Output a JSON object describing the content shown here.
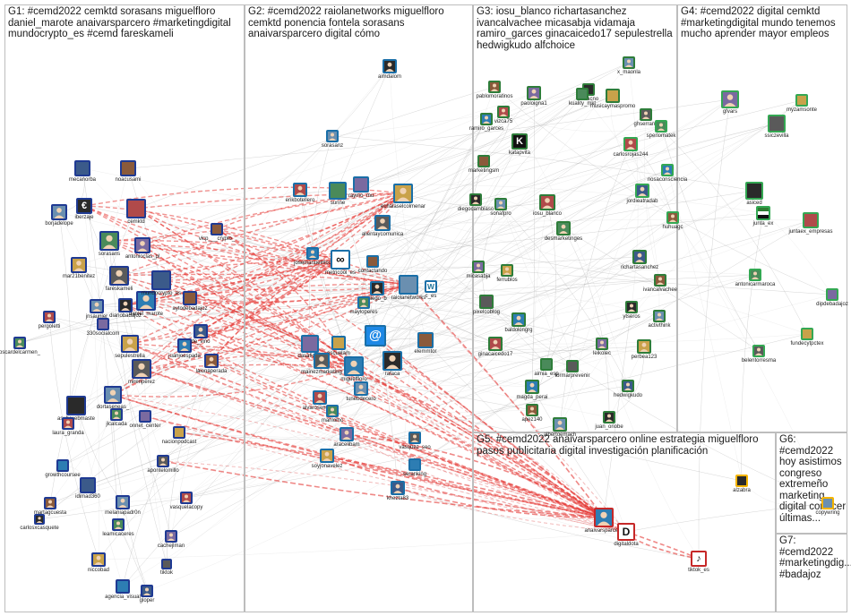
{
  "graph": {
    "group_colors": {
      "G1": "#1f3a93",
      "G2": "#1a6fa8",
      "G3": "#2e7d3a",
      "G4": "#34a853",
      "G5": "#c62828",
      "G6": "#f4b400",
      "G7": "#7a7a7a"
    },
    "groups": [
      {
        "id": "G1",
        "title": "G1: #cemd2022 cemktd sorasans miguelfloro daniel_marote anaivarsparcero #marketingdigital mundocrypto_es #cemd fareskameli"
      },
      {
        "id": "G2",
        "title": "G2: #cemd2022 raiolanetworks miguelfloro cemktd ponencia fontela sorasans anaivarsparcero digital cómo"
      },
      {
        "id": "G3",
        "title": "G3: iosu_blanco richartasanchez ivancalvachee micasabja vidamaja ramiro_garces ginacaicedo17 sepulestrella hedwigkudo alfchoice"
      },
      {
        "id": "G4",
        "title": "G4: #cemd2022 digital cemktd #marketingdigital mundo tenemos mucho aprender mayor empleos"
      },
      {
        "id": "G5",
        "title": "G5: #cemd2022 anaivarsparcero online estrategia miguelfloro pasos publicitaria digital investigación planificación"
      },
      {
        "id": "G6",
        "title": "G6: #cemd2022 hoy asistimos congreso extremeño marketing digital conocer últimas..."
      },
      {
        "id": "G7",
        "title": "G7: #cemd2022 #marketingdig... #badajoz"
      }
    ],
    "nodes": [
      {
        "id": "mecanorba",
        "label": "mecanorba",
        "group": "G1",
        "icon": "square"
      },
      {
        "id": "noacusami",
        "label": "noacusami",
        "group": "G1",
        "icon": "square"
      },
      {
        "id": "iberzaje",
        "label": "iberzaje",
        "group": "G1",
        "icon": "euro-icon"
      },
      {
        "id": "borjadelope",
        "label": "borjadelope",
        "group": "G1",
        "icon": "person"
      },
      {
        "id": "cemktd",
        "label": "cemktd",
        "group": "G1",
        "icon": "logo"
      },
      {
        "id": "sorasans",
        "label": "sorasans",
        "group": "G1",
        "icon": "person"
      },
      {
        "id": "antonioclas_pl",
        "label": "antonioclas_pl",
        "group": "G1",
        "icon": "person"
      },
      {
        "id": "mar21benitez",
        "label": "mar21benitez",
        "group": "G1",
        "icon": "person"
      },
      {
        "id": "fareskameli",
        "label": "fareskameli",
        "group": "G1",
        "icon": "person"
      },
      {
        "id": "daniel_marote",
        "label": "daniel_marote",
        "group": "G1",
        "icon": "person"
      },
      {
        "id": "mundocrypto_es",
        "label": "mundocrypto_es",
        "group": "G1",
        "icon": "logo"
      },
      {
        "id": "aytodebadajoz",
        "label": "aytodebadajoz",
        "group": "G1",
        "icon": "logo"
      },
      {
        "id": "diariobadajoz",
        "label": "diariobadajoz",
        "group": "G1",
        "icon": "person"
      },
      {
        "id": "jnsaunier",
        "label": "jnsaunier",
        "group": "G1",
        "icon": "person"
      },
      {
        "id": "pergoletti",
        "label": "pergoletti",
        "group": "G1",
        "icon": "person"
      },
      {
        "id": "oscardelcarmen_",
        "label": "oscardelcarmen_",
        "group": "G1",
        "icon": "person"
      },
      {
        "id": "330socialcom",
        "label": "330socialcom",
        "group": "G1",
        "icon": "logo"
      },
      {
        "id": "sepulestrella",
        "label": "sepulestrella",
        "group": "G1",
        "icon": "person"
      },
      {
        "id": "mirenperez",
        "label": "mirenperez",
        "group": "G1",
        "icon": "person"
      },
      {
        "id": "juanjoespada",
        "label": "juanjoespada",
        "group": "G1",
        "icon": "person"
      },
      {
        "id": "de_vino",
        "label": "de_vino",
        "group": "G1",
        "icon": "person"
      },
      {
        "id": "laionaperada",
        "label": "laionaperada",
        "group": "G1",
        "icon": "person"
      },
      {
        "id": "asuhcvebmaste",
        "label": "asuhcvebmaste",
        "group": "G1",
        "icon": "logo"
      },
      {
        "id": "dortaseneas_",
        "label": "dortaseneas_",
        "group": "G1",
        "icon": "person"
      },
      {
        "id": "laura_granda",
        "label": "laura_granda",
        "group": "G1",
        "icon": "person"
      },
      {
        "id": "jlcalcada",
        "label": "jlcalcada",
        "group": "G1",
        "icon": "person"
      },
      {
        "id": "onnet_center",
        "label": "onnet_center",
        "group": "G1",
        "icon": "logo"
      },
      {
        "id": "nacionpodcast",
        "label": "nacionpodcast",
        "group": "G1",
        "icon": "logo"
      },
      {
        "id": "apontelomillo",
        "label": "apontelomillo",
        "group": "G1",
        "icon": "person"
      },
      {
        "id": "growthcoursee",
        "label": "growthcoursee",
        "group": "G1",
        "icon": "logo"
      },
      {
        "id": "idimad360",
        "label": "idimad360",
        "group": "G1",
        "icon": "logo"
      },
      {
        "id": "martagcuesta",
        "label": "martagcuesta",
        "group": "G1",
        "icon": "person"
      },
      {
        "id": "carlosxcasquete",
        "label": "carlosxcasquete",
        "group": "G1",
        "icon": "person"
      },
      {
        "id": "melaniapadron",
        "label": "melaniapadr0n",
        "group": "G1",
        "icon": "person"
      },
      {
        "id": "vasquelacopy",
        "label": "vasquelacopy",
        "group": "G1",
        "icon": "person"
      },
      {
        "id": "leamicaceres",
        "label": "leamicaceres",
        "group": "G1",
        "icon": "person"
      },
      {
        "id": "cachejlman",
        "label": "cachejlman",
        "group": "G1",
        "icon": "person"
      },
      {
        "id": "niccobad",
        "label": "niccobad",
        "group": "G1",
        "icon": "person"
      },
      {
        "id": "tiktok_g1",
        "label": "tiktok",
        "group": "G1",
        "icon": "logo"
      },
      {
        "id": "agencia_visual",
        "label": "agencia_visual",
        "group": "G1",
        "icon": "logo"
      },
      {
        "id": "gloper",
        "label": "gloper",
        "group": "G1",
        "icon": "person"
      },
      {
        "id": "vlcp_crypto",
        "label": "vlcp___crypto_",
        "group": "G1",
        "icon": "logo"
      },
      {
        "id": "aimdalom",
        "label": "aimdalom",
        "group": "G2",
        "icon": "person"
      },
      {
        "id": "sorasanz",
        "label": "sorasanz",
        "group": "G2",
        "icon": "person"
      },
      {
        "id": "erikbotellero",
        "label": "erikbotellero",
        "group": "G2",
        "icon": "person"
      },
      {
        "id": "sunne",
        "label": "sunne",
        "group": "G2",
        "icon": "logo"
      },
      {
        "id": "raymo_mu",
        "label": "raymo_mu",
        "group": "G2",
        "icon": "logo"
      },
      {
        "id": "echalaselcolmenar",
        "label": "echalaselcolmenar",
        "group": "G2",
        "icon": "person"
      },
      {
        "id": "alientaycomunica",
        "label": "alientaycomunica",
        "group": "G2",
        "icon": "person"
      },
      {
        "id": "josemanuelnico",
        "label": "josemanuelnico",
        "group": "G2",
        "icon": "person"
      },
      {
        "id": "metricool_es",
        "label": "metricool_es",
        "group": "G2",
        "icon": "infinity-icon"
      },
      {
        "id": "contactando",
        "label": "contactando",
        "group": "G2",
        "icon": "logo"
      },
      {
        "id": "diego_b",
        "label": "diego_b",
        "group": "G2",
        "icon": "person"
      },
      {
        "id": "raiolanetworks",
        "label": "raiolanetworks",
        "group": "G2",
        "icon": "logo"
      },
      {
        "id": "wordpress",
        "label": "c_es",
        "group": "G2",
        "icon": "wordpress-icon"
      },
      {
        "id": "mayloperes",
        "label": "mayloperes",
        "group": "G2",
        "icon": "person"
      },
      {
        "id": "dasafiolita",
        "label": "dasafiolita",
        "group": "G2",
        "icon": "logo"
      },
      {
        "id": "escuelam",
        "label": "escuelam",
        "group": "G2",
        "icon": "logo"
      },
      {
        "id": "mainezmarketing",
        "label": "mainezmarketing",
        "group": "G2",
        "icon": "person"
      },
      {
        "id": "miguelfloro",
        "label": "miguelfloro",
        "group": "G2",
        "icon": "person"
      },
      {
        "id": "arroba",
        "label": "",
        "group": "G2",
        "icon": "at-icon"
      },
      {
        "id": "elemmtor",
        "label": "elemmtor",
        "group": "G2",
        "icon": "logo"
      },
      {
        "id": "rafaca",
        "label": "rafaca",
        "group": "G2",
        "icon": "person"
      },
      {
        "id": "tunebdecero",
        "label": "tunebdecero",
        "group": "G2",
        "icon": "person"
      },
      {
        "id": "alvarosemeyal",
        "label": "alvarosemeyal",
        "group": "G2",
        "icon": "person"
      },
      {
        "id": "marilomc",
        "label": "marilomc",
        "group": "G2",
        "icon": "person"
      },
      {
        "id": "aracelibam",
        "label": "aracelibam",
        "group": "G2",
        "icon": "person"
      },
      {
        "id": "soyjonavelez",
        "label": "soyjonavelez",
        "group": "G2",
        "icon": "person"
      },
      {
        "id": "vasquez_seo",
        "label": "vasquez_seo",
        "group": "G2",
        "icon": "person"
      },
      {
        "id": "seranking",
        "label": "seranking",
        "group": "G2",
        "icon": "logo"
      },
      {
        "id": "khezta83",
        "label": "khezta83",
        "group": "G2",
        "icon": "person"
      },
      {
        "id": "pablomoratinos",
        "label": "pablomoratinos",
        "group": "G3",
        "icon": "person"
      },
      {
        "id": "alelacno",
        "label": "alelacno",
        "group": "G3",
        "icon": "logo"
      },
      {
        "id": "x_maonla",
        "label": "x_maonla",
        "group": "G3",
        "icon": "person"
      },
      {
        "id": "vizca75",
        "label": "vizca75",
        "group": "G3",
        "icon": "person"
      },
      {
        "id": "kuality_mkt",
        "label": "kuality_mkt",
        "group": "G3",
        "icon": "logo"
      },
      {
        "id": "paoloigna1",
        "label": "paoloigna1",
        "group": "G3",
        "icon": "person"
      },
      {
        "id": "musicaymaspromo",
        "label": "musicaymaspromo",
        "group": "G3",
        "icon": "logo"
      },
      {
        "id": "ghserrano",
        "label": "ghserrano",
        "group": "G3",
        "icon": "person"
      },
      {
        "id": "ramiro_garces",
        "label": "ramiro_garces",
        "group": "G3",
        "icon": "person"
      },
      {
        "id": "katapvita",
        "label": "katapvita",
        "group": "G3",
        "icon": "k-icon"
      },
      {
        "id": "marketingsm",
        "label": "marketingsm",
        "group": "G3",
        "icon": "logo"
      },
      {
        "id": "diegocambiaso",
        "label": "diegocambiaso",
        "group": "G3",
        "icon": "person"
      },
      {
        "id": "sonafpro",
        "label": "sonafpro",
        "group": "G3",
        "icon": "person"
      },
      {
        "id": "iosu_blanco",
        "label": "iosu_blanco",
        "group": "G3",
        "icon": "person"
      },
      {
        "id": "desmarketinges",
        "label": "desmarketinges",
        "group": "G3",
        "icon": "person"
      },
      {
        "id": "micasabja",
        "label": "micasabja",
        "group": "G3",
        "icon": "person"
      },
      {
        "id": "ferrublos",
        "label": "ferrublos",
        "group": "G3",
        "icon": "person"
      },
      {
        "id": "pixelcoblog",
        "label": "pixelcoblog",
        "group": "G3",
        "icon": "logo"
      },
      {
        "id": "baldokingrg",
        "label": "baldokingrg",
        "group": "G3",
        "icon": "person"
      },
      {
        "id": "richartasanchez",
        "label": "richartasanchez",
        "group": "G3",
        "icon": "person"
      },
      {
        "id": "ivancalvachee",
        "label": "ivancalvachee",
        "group": "G3",
        "icon": "person"
      },
      {
        "id": "ytseros",
        "label": "ytseros",
        "group": "G3",
        "icon": "person"
      },
      {
        "id": "activthink",
        "label": "activthink",
        "group": "G3",
        "icon": "person"
      },
      {
        "id": "ginacaicedo17",
        "label": "ginacaicedo17",
        "group": "G3",
        "icon": "person"
      },
      {
        "id": "aimia_esp",
        "label": "aimia_esp",
        "group": "G3",
        "icon": "logo"
      },
      {
        "id": "leikolec",
        "label": "leikolec",
        "group": "G3",
        "icon": "person"
      },
      {
        "id": "perbea123",
        "label": "perbea123",
        "group": "G3",
        "icon": "person"
      },
      {
        "id": "formarprevenir",
        "label": "formarprevenir",
        "group": "G3",
        "icon": "logo"
      },
      {
        "id": "magda_perai",
        "label": "magda_perai",
        "group": "G3",
        "icon": "person"
      },
      {
        "id": "hedwigkudo",
        "label": "hedwigkudo",
        "group": "G3",
        "icon": "person"
      },
      {
        "id": "apez140",
        "label": "apez140",
        "group": "G3",
        "icon": "person"
      },
      {
        "id": "juan_oriobe",
        "label": "juan_oriobe",
        "group": "G3",
        "icon": "person"
      },
      {
        "id": "albertoemach",
        "label": "albertoemach",
        "group": "G3",
        "icon": "person"
      },
      {
        "id": "carlosrojas244",
        "label": "carlosrojas244",
        "group": "G4",
        "icon": "person"
      },
      {
        "id": "sperlomatek",
        "label": "sperlomatek",
        "group": "G4",
        "icon": "person"
      },
      {
        "id": "gfvars",
        "label": "gfvars",
        "group": "G4",
        "icon": "person"
      },
      {
        "id": "myzamsonte",
        "label": "myzamsonte",
        "group": "G4",
        "icon": "logo"
      },
      {
        "id": "ssiczevilla",
        "label": "ssiczevilla",
        "group": "G4",
        "icon": "logo"
      },
      {
        "id": "nosaconsciencia",
        "label": "nosaconsciencia",
        "group": "G4",
        "icon": "person"
      },
      {
        "id": "jordieatradab",
        "label": "jordieatradab",
        "group": "G4",
        "icon": "person"
      },
      {
        "id": "huhuagc",
        "label": "huhuagc",
        "group": "G4",
        "icon": "person"
      },
      {
        "id": "asiced",
        "label": "asiced",
        "group": "G4",
        "icon": "logo"
      },
      {
        "id": "junta_ex",
        "label": "junta_ex",
        "group": "G4",
        "icon": "flag"
      },
      {
        "id": "juntaex_empresas",
        "label": "juntaex_empresas",
        "group": "G4",
        "icon": "logo"
      },
      {
        "id": "antonicarmaroca",
        "label": "antonicarmaroca",
        "group": "G4",
        "icon": "person"
      },
      {
        "id": "dipdebadajoz",
        "label": "dipdebadajoz",
        "group": "G4",
        "icon": "logo"
      },
      {
        "id": "fundecyt",
        "label": "fundecytpctex",
        "group": "G4",
        "icon": "logo"
      },
      {
        "id": "belentorresma",
        "label": "belentorresma",
        "group": "G4",
        "icon": "person"
      },
      {
        "id": "anaivarsparcero",
        "label": "anaivarsparcero",
        "group": "G5",
        "icon": "person"
      },
      {
        "id": "digitaldota",
        "label": "digitaldota",
        "group": "G5",
        "icon": "d-icon"
      },
      {
        "id": "tiktok_es",
        "label": "tiktok_es",
        "group": "G5",
        "icon": "tiktok-icon"
      },
      {
        "id": "alzabra",
        "label": "alzabra",
        "group": "G6",
        "icon": "logo"
      },
      {
        "id": "copywring",
        "label": "copywring",
        "group": "G6",
        "icon": "logo"
      }
    ]
  }
}
